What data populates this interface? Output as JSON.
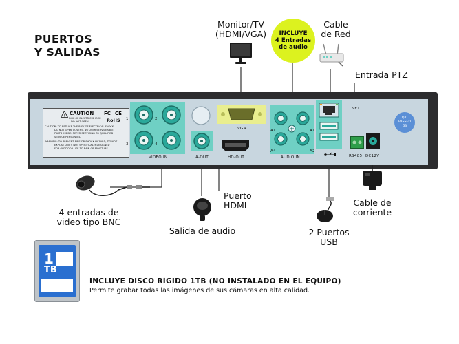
{
  "title": {
    "line1": "PUERTOS",
    "line2": "Y SALIDAS"
  },
  "callouts": {
    "monitor": {
      "line1": "Monitor/TV",
      "line2": "(HDMI/VGA)"
    },
    "badge": {
      "line1": "INCLUYE",
      "line2": "4 Entradas",
      "line3": "de audio"
    },
    "network": {
      "line1": "Cable",
      "line2": "de Red"
    },
    "ptz": "Entrada PTZ",
    "bnc": {
      "line1": "4 entradas de",
      "line2": "video tipo BNC"
    },
    "audio_out": "Salida de audio",
    "hdmi": {
      "line1": "Puerto",
      "line2": "HDMI"
    },
    "usb": {
      "line1": "2 Puertos",
      "line2": "USB"
    },
    "power": {
      "line1": "Cable de",
      "line2": "corriente"
    }
  },
  "panel": {
    "video_in": "VIDEO IN",
    "audio_out": "A-OUT",
    "vga": "VGA",
    "hdmi_out": "HD-OUT",
    "audio_in": "AUDIO IN",
    "net": "NET",
    "rs485": "RS485",
    "dc12v": "DC12V",
    "caution": {
      "header": "CAUTION",
      "ce": "CE",
      "fc": "FC",
      "rohs": "RoHS",
      "sub1": "RISK OF ELECTRIC SHOCK",
      "sub2": "DO NOT OPEN",
      "lines": [
        "CAUTION: TO REDUCE THE RISK OF ELECTRICAL SHOCK,",
        "DO NOT OPEN COVERS. NO USER SERVICEABLE",
        "PARTS INSIDE. REFER SERVICING TO QUALIFIED",
        "SERVICE PERSONNEL.",
        "WARNING: TO PREVENT FIRE OR SHOCK HAZARD, DO NOT",
        "EXPOSE UNITS NOT SPECIFICALLY DESIGNED",
        "FOR OUTDOOR USE TO RAIN OR MOISTURE."
      ]
    },
    "qc": {
      "line1": "Q C",
      "line2": "PASSED",
      "line3": "G3"
    },
    "audio_ports": [
      "A1",
      "A1",
      "A4",
      "A2"
    ],
    "video_ports": [
      "1",
      "2",
      "3",
      "4"
    ]
  },
  "hdd": {
    "capacity": "1",
    "unit": "TB",
    "title": "INCLUYE DISCO RÍGIDO 1TB (NO INSTALADO EN EL EQUIPO)",
    "description": "Permite grabar todas las imágenes de sus cámaras en alta calidad."
  },
  "colors": {
    "accent": "#dcf21f",
    "port_teal": "#6fd0c4",
    "vga_yellow": "#e9ee8f",
    "panel_face": "#c8d6df",
    "chassis": "#2c2c2e",
    "qc_blue": "#5b8fd6"
  }
}
